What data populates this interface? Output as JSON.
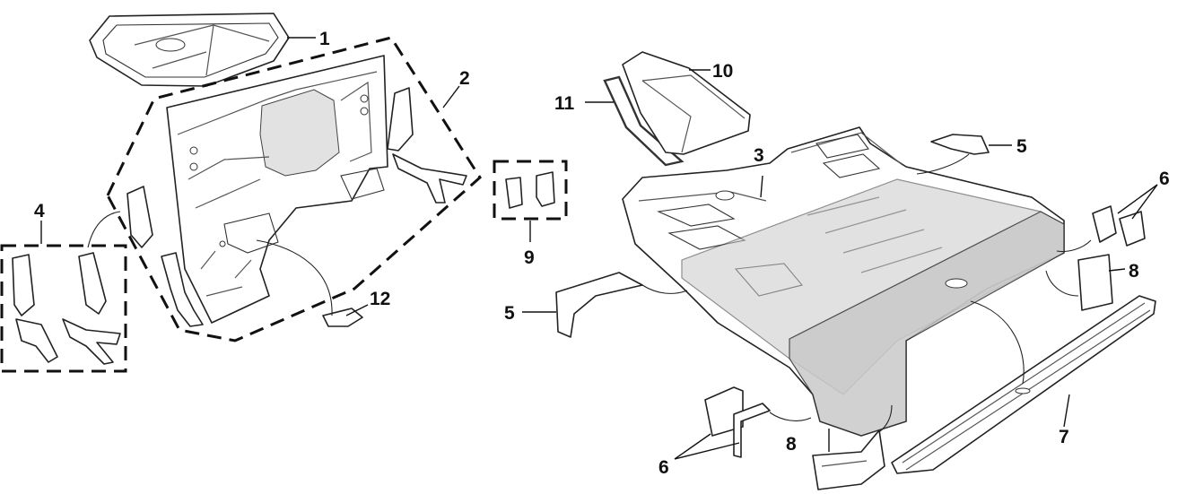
{
  "callouts": [
    {
      "id": "1",
      "text": "1"
    },
    {
      "id": "2",
      "text": "2"
    },
    {
      "id": "3",
      "text": "3"
    },
    {
      "id": "4",
      "text": "4"
    },
    {
      "id": "5a",
      "text": "5"
    },
    {
      "id": "5b",
      "text": "5"
    },
    {
      "id": "6a",
      "text": "6"
    },
    {
      "id": "6b",
      "text": "6"
    },
    {
      "id": "7",
      "text": "7"
    },
    {
      "id": "8a",
      "text": "8"
    },
    {
      "id": "8b",
      "text": "8"
    },
    {
      "id": "9",
      "text": "9"
    },
    {
      "id": "10",
      "text": "10"
    },
    {
      "id": "11",
      "text": "11"
    },
    {
      "id": "12",
      "text": "12"
    }
  ],
  "colors": {
    "ink": "#111111",
    "part_fill": "#ffffff",
    "shaded_part": "#c9c9c9"
  }
}
